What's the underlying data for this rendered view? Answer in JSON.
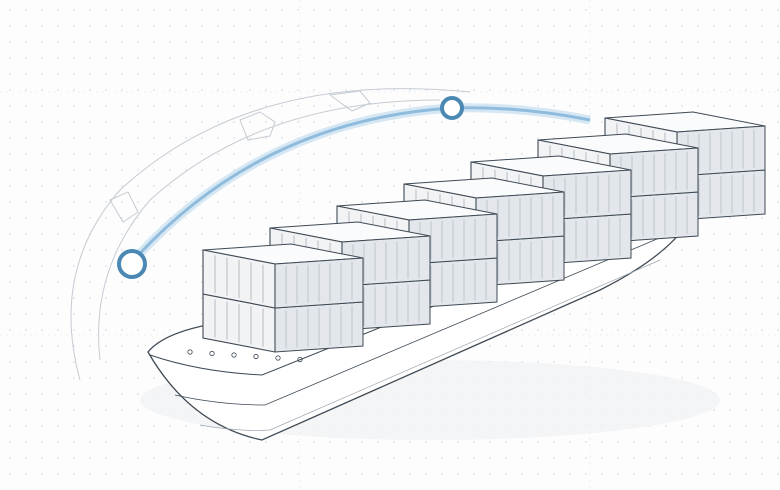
{
  "illustration": {
    "subject": "container-ship",
    "container_stacks": 7,
    "tiers_per_stack": 2,
    "route_waypoints": 2
  },
  "colors": {
    "background": "#fdfdfd",
    "grid_dot": "#c9d0d6",
    "line": "#3f4a55",
    "container_face": "#f1f3f5",
    "container_top": "#fafbfc",
    "container_side": "#e3e7eb",
    "route": "#8fbbdc",
    "route_dark": "#4b88b4",
    "globe": "#c5ccd3"
  }
}
